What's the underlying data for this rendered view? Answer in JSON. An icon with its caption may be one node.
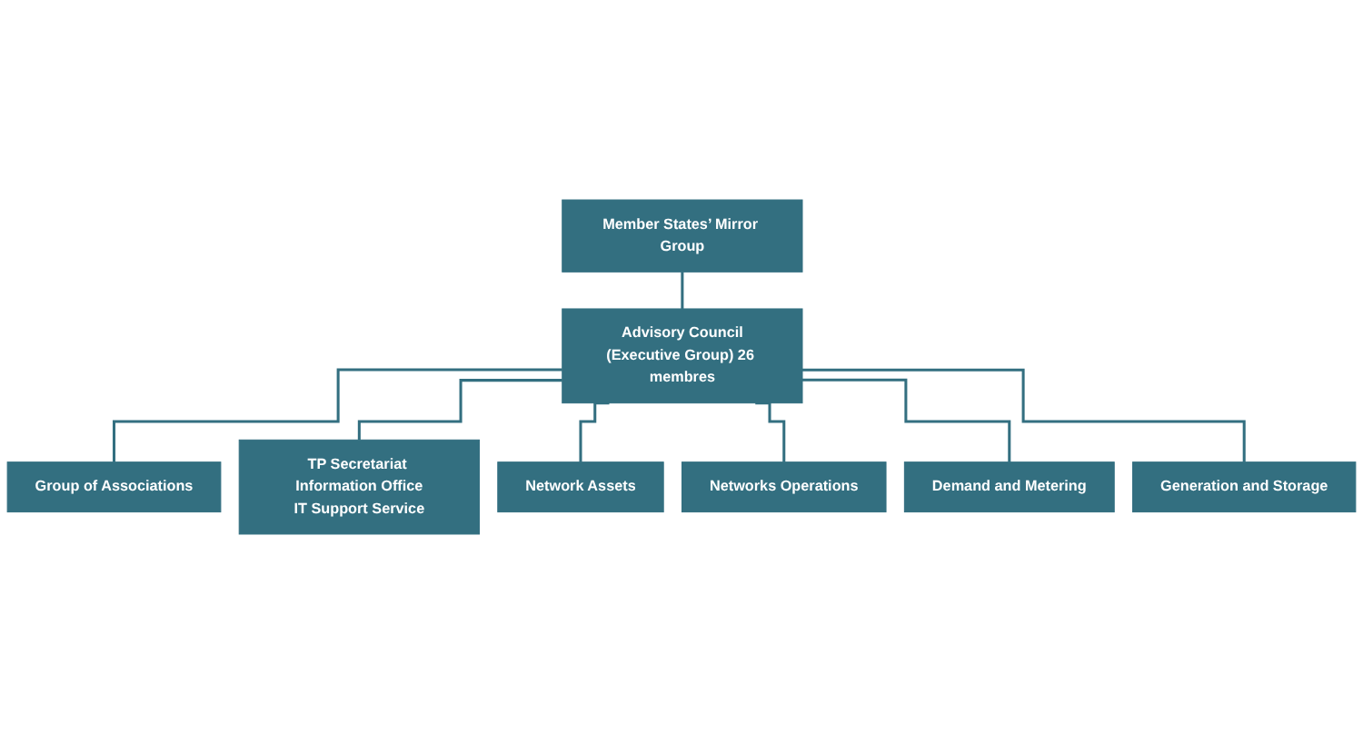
{
  "diagram": {
    "nodes": [
      {
        "text": [
          "Member States’ Mirror Group"
        ]
      },
      {
        "text": [
          "Advisory Council",
          "(Executive Group) 26 membres"
        ]
      },
      {
        "text": [
          "Group of Associations"
        ]
      },
      {
        "text": [
          "TP Secretariat Information Office",
          "IT Support Service"
        ]
      },
      {
        "text": [
          "Network Assets"
        ]
      },
      {
        "text": [
          "Networks Operations"
        ]
      },
      {
        "text": [
          "Demand and Metering"
        ]
      },
      {
        "text": [
          "Generation and Storage"
        ]
      }
    ],
    "edges": [
      {
        "from": 0,
        "to": 1,
        "arrow": "none"
      },
      {
        "from": 1,
        "to": 2,
        "arrow": "none"
      },
      {
        "from": 1,
        "to": 3,
        "arrow": "none"
      },
      {
        "from": 1,
        "to": 4,
        "arrow": "none"
      },
      {
        "from": 1,
        "to": 5,
        "arrow": "none"
      },
      {
        "from": 1,
        "to": 6,
        "arrow": "none"
      },
      {
        "from": 1,
        "to": 7,
        "arrow": "none"
      }
    ]
  }
}
